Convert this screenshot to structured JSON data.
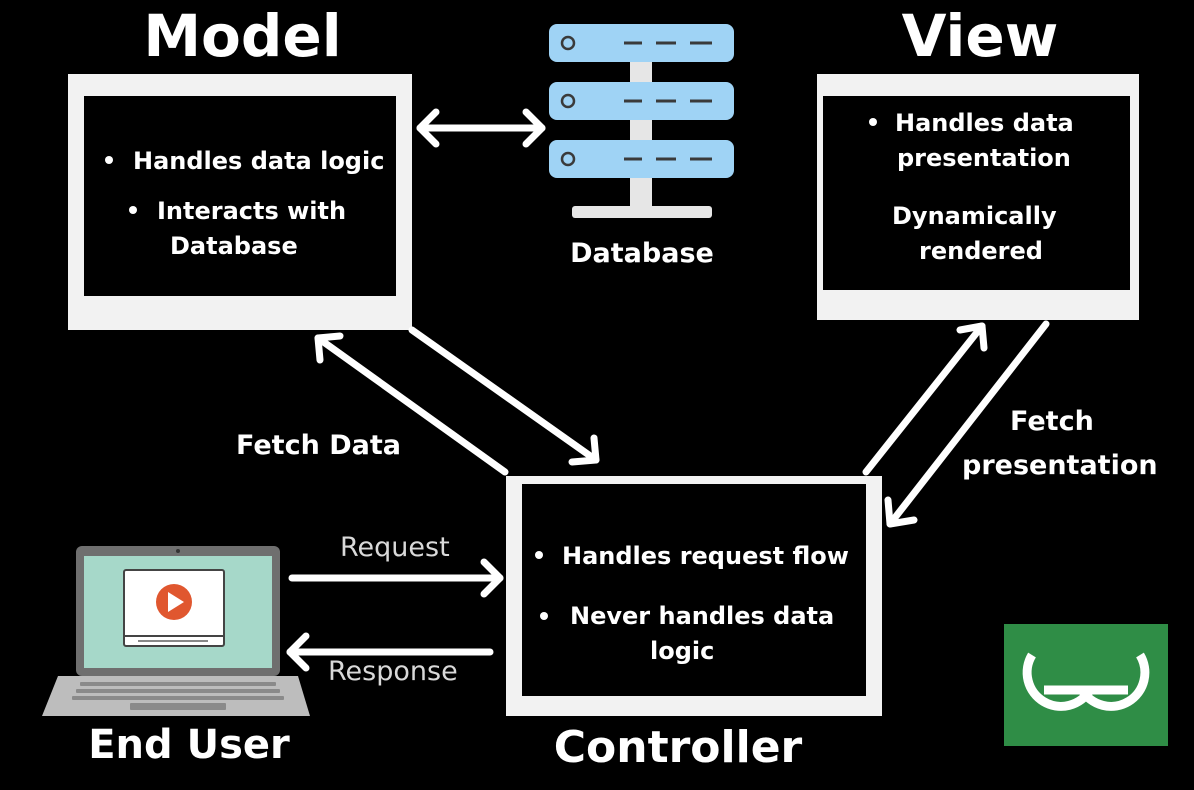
{
  "model": {
    "title": "Model",
    "bullets": [
      "Handles data logic",
      "Interacts with",
      "Database"
    ]
  },
  "database": {
    "label": "Database"
  },
  "view": {
    "title": "View",
    "line1": "Handles data",
    "line2": "presentation",
    "line3": "Dynamically",
    "line4": "rendered"
  },
  "controller": {
    "title": "Controller",
    "line1": "Handles request flow",
    "line2": "Never handles data",
    "line3": "logic"
  },
  "end_user": {
    "label": "End User"
  },
  "edges": {
    "fetch_data": "Fetch Data",
    "fetch_presentation_1": "Fetch",
    "fetch_presentation_2": "presentation",
    "request": "Request",
    "response": "Response"
  },
  "logo": {
    "text": "GG",
    "color": "#2f8d46"
  },
  "colors": {
    "background": "#000000",
    "server": "#9fd3f5",
    "laptop_screen": "#a6d8c9",
    "play": "#e0572f"
  }
}
